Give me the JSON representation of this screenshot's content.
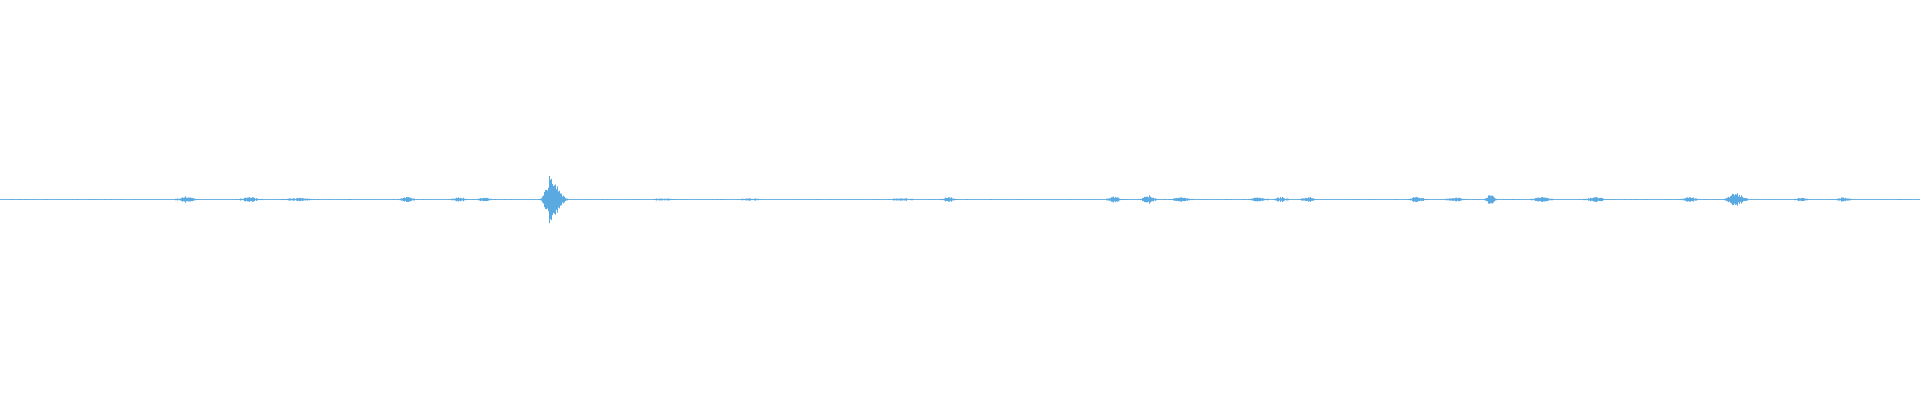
{
  "waveform": {
    "color": "#5aa9e0",
    "background": "#ffffff",
    "sample_count": 1920,
    "silence_level": 0.02,
    "bursts": [
      {
        "center": 0.097,
        "amplitude": 0.12,
        "spread": 0.004
      },
      {
        "center": 0.13,
        "amplitude": 0.1,
        "spread": 0.004
      },
      {
        "center": 0.155,
        "amplitude": 0.06,
        "spread": 0.006
      },
      {
        "center": 0.212,
        "amplitude": 0.1,
        "spread": 0.003
      },
      {
        "center": 0.239,
        "amplitude": 0.1,
        "spread": 0.003
      },
      {
        "center": 0.252,
        "amplitude": 0.09,
        "spread": 0.003
      },
      {
        "center": 0.286,
        "amplitude": 1.0,
        "spread": 0.0025
      },
      {
        "center": 0.29,
        "amplitude": 0.55,
        "spread": 0.003
      },
      {
        "center": 0.345,
        "amplitude": 0.05,
        "spread": 0.004
      },
      {
        "center": 0.39,
        "amplitude": 0.05,
        "spread": 0.004
      },
      {
        "center": 0.47,
        "amplitude": 0.05,
        "spread": 0.005
      },
      {
        "center": 0.494,
        "amplitude": 0.1,
        "spread": 0.003
      },
      {
        "center": 0.58,
        "amplitude": 0.12,
        "spread": 0.003
      },
      {
        "center": 0.598,
        "amplitude": 0.18,
        "spread": 0.003
      },
      {
        "center": 0.615,
        "amplitude": 0.08,
        "spread": 0.004
      },
      {
        "center": 0.655,
        "amplitude": 0.08,
        "spread": 0.004
      },
      {
        "center": 0.667,
        "amplitude": 0.1,
        "spread": 0.003
      },
      {
        "center": 0.681,
        "amplitude": 0.1,
        "spread": 0.003
      },
      {
        "center": 0.738,
        "amplitude": 0.14,
        "spread": 0.003
      },
      {
        "center": 0.758,
        "amplitude": 0.08,
        "spread": 0.004
      },
      {
        "center": 0.776,
        "amplitude": 0.28,
        "spread": 0.002
      },
      {
        "center": 0.803,
        "amplitude": 0.1,
        "spread": 0.004
      },
      {
        "center": 0.831,
        "amplitude": 0.1,
        "spread": 0.004
      },
      {
        "center": 0.88,
        "amplitude": 0.12,
        "spread": 0.003
      },
      {
        "center": 0.904,
        "amplitude": 0.28,
        "spread": 0.004
      },
      {
        "center": 0.938,
        "amplitude": 0.07,
        "spread": 0.003
      },
      {
        "center": 0.96,
        "amplitude": 0.09,
        "spread": 0.003
      }
    ]
  }
}
